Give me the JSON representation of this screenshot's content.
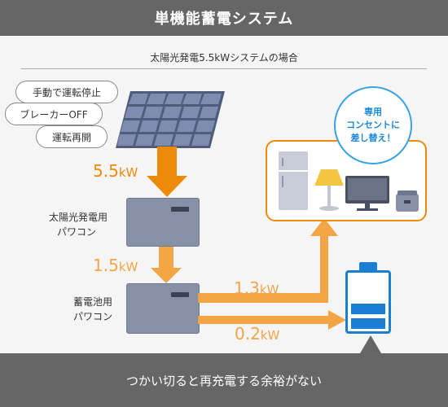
{
  "header": {
    "title": "単機能蓄電システム"
  },
  "subtitle": "太陽光発電5.5kWシステムの場合",
  "bubbles": [
    "手動で運転停止",
    "ブレーカーOFF",
    "運転再開"
  ],
  "flows": {
    "solar_to_pcs": {
      "value": "5.5",
      "unit": "kW"
    },
    "pcs_to_battery_pcs": {
      "value": "1.5",
      "unit": "kW"
    },
    "to_appliances": {
      "value": "1.3",
      "unit": "kW"
    },
    "to_battery": {
      "value": "0.2",
      "unit": "kW"
    }
  },
  "labels": {
    "solar_pcs": [
      "太陽光発電用",
      "パワコン"
    ],
    "battery_pcs": [
      "蓄電池用",
      "パワコン"
    ]
  },
  "callout": [
    "専用",
    "コンセントに",
    "差し替え！"
  ],
  "footer": "つかい切ると再充電する余裕がない",
  "colors": {
    "orange": "#ee8a0a",
    "light_orange": "#f3a545",
    "blue": "#1a7fd4",
    "gray": "#666666"
  }
}
